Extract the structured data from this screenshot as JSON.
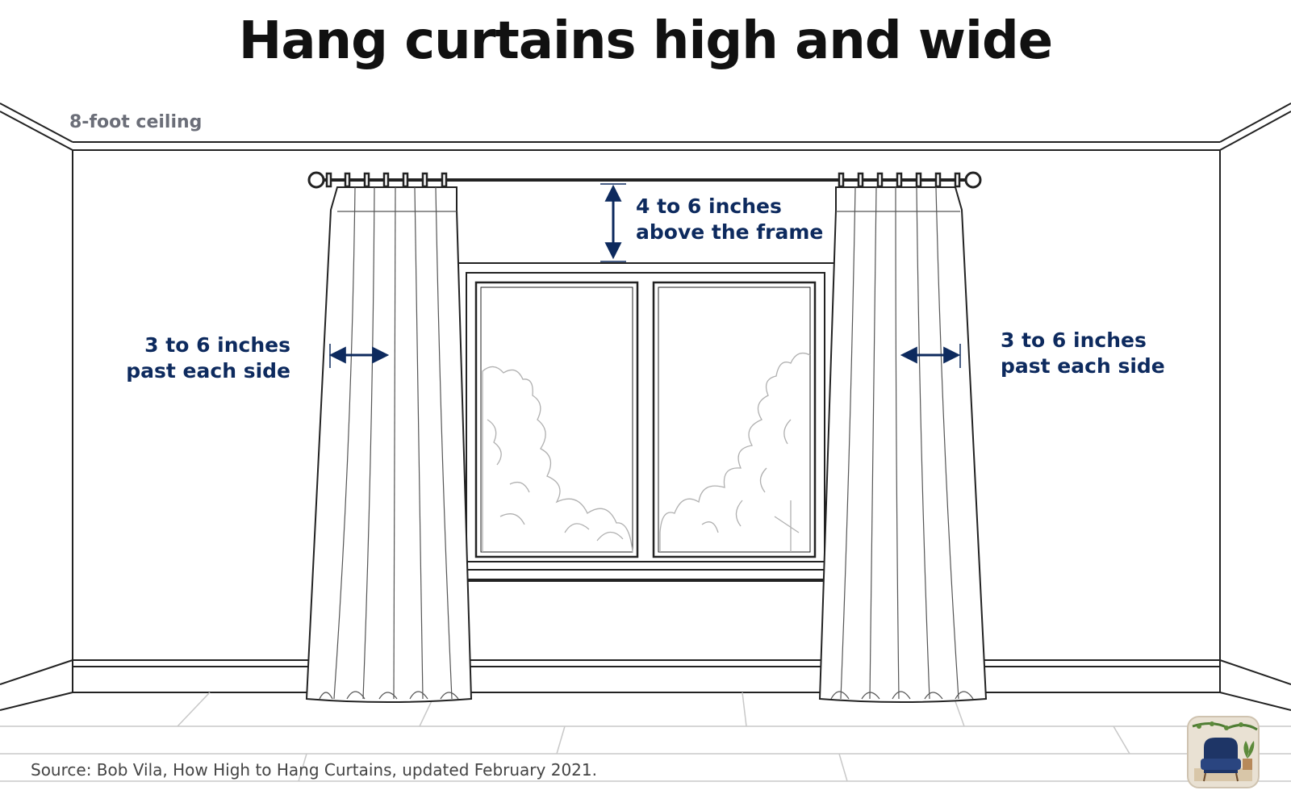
{
  "title": "Hang curtains high and wide",
  "ceiling_label": "8-foot ceiling",
  "annotations": {
    "above_frame": [
      "4 to 6 inches",
      "above the frame"
    ],
    "left_side": [
      "3 to 6 inches",
      "past each side"
    ],
    "right_side": [
      "3 to 6 inches",
      "past each side"
    ]
  },
  "source": "Source: Bob Vila, How High to Hang Curtains, updated February 2021.",
  "icons": {
    "thumbnail": "armchair-plant-thumbnail-icon"
  },
  "colors": {
    "annotation": "#0d2a5e",
    "line": "#222222",
    "muted_label": "#6b6e78",
    "source_text": "#444444"
  }
}
